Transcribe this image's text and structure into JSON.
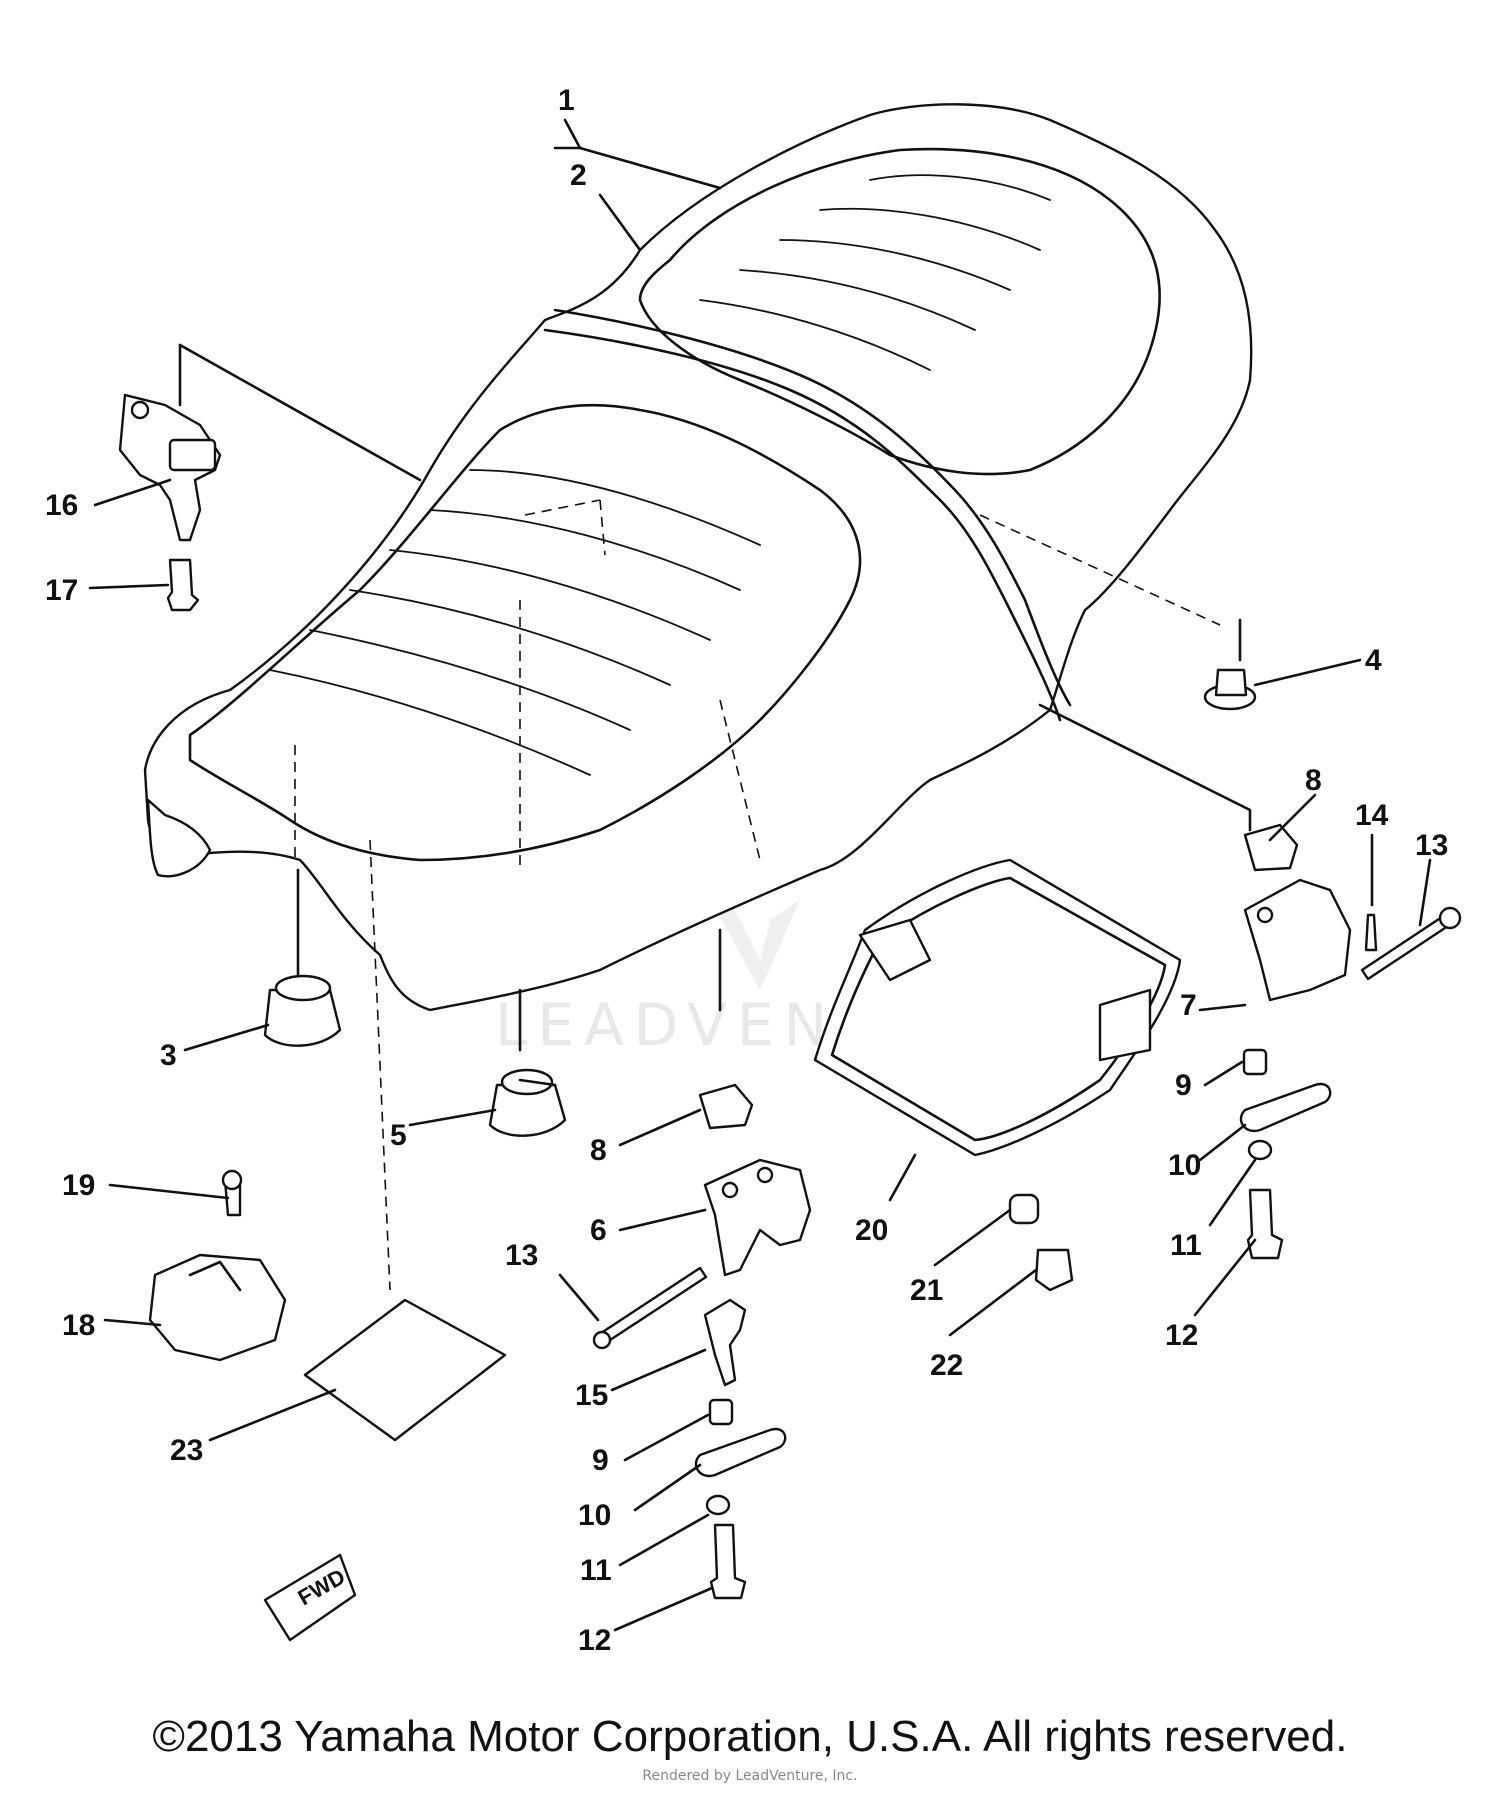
{
  "callouts": [
    "1",
    "2",
    "3",
    "4",
    "5",
    "6",
    "7",
    "8",
    "8",
    "9",
    "10",
    "11",
    "12",
    "13",
    "14",
    "13",
    "15",
    "16",
    "17",
    "18",
    "19",
    "9",
    "10",
    "11",
    "12",
    "20",
    "21",
    "22",
    "23"
  ],
  "watermark": "LEADVENTURE",
  "footer": {
    "copyright": "©2013 Yamaha Motor Corporation, U.S.A. All rights reserved.",
    "small_note": "Rendered by LeadVenture, Inc."
  }
}
